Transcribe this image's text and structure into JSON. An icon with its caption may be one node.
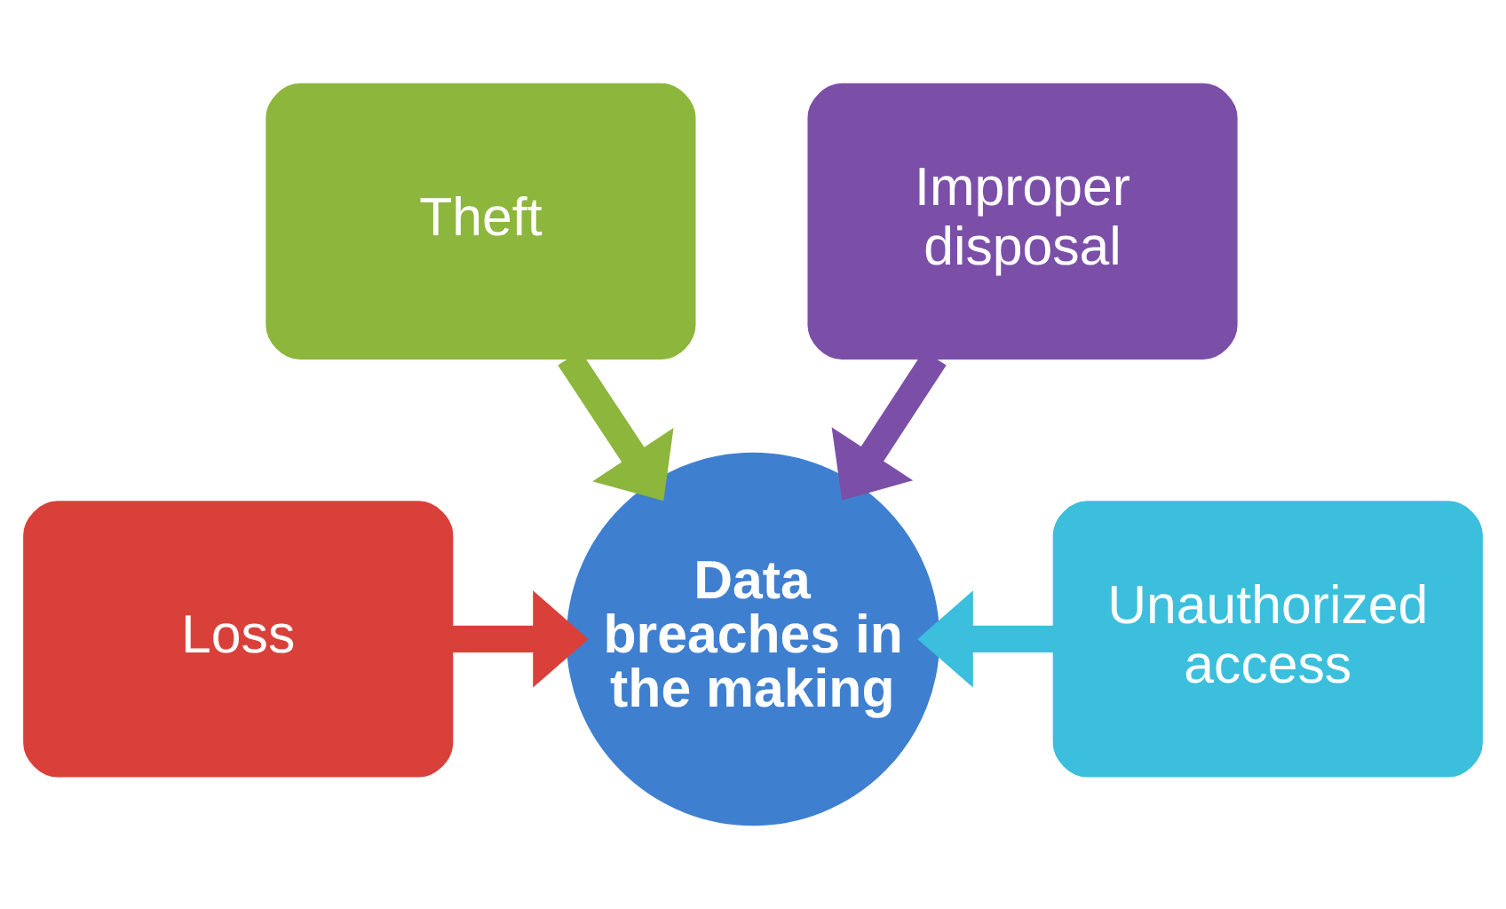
{
  "diagram": {
    "nodes": [
      {
        "text": [
          "Loss"
        ]
      },
      {
        "text": [
          "Theft"
        ]
      },
      {
        "text": [
          "Improper disposal"
        ]
      },
      {
        "text": [
          "Unauthorized access"
        ]
      },
      {
        "text": [
          "Data breaches in the making"
        ]
      }
    ],
    "edges": [
      {
        "from": 0,
        "to": 4,
        "arrow": "to",
        "color": "#d9403a"
      },
      {
        "from": 1,
        "to": 4,
        "arrow": "to",
        "color": "#8db63c"
      },
      {
        "from": 2,
        "to": 4,
        "arrow": "to",
        "color": "#7b4fa8"
      },
      {
        "from": 3,
        "to": 4,
        "arrow": "to",
        "color": "#3bbfdc"
      }
    ]
  }
}
